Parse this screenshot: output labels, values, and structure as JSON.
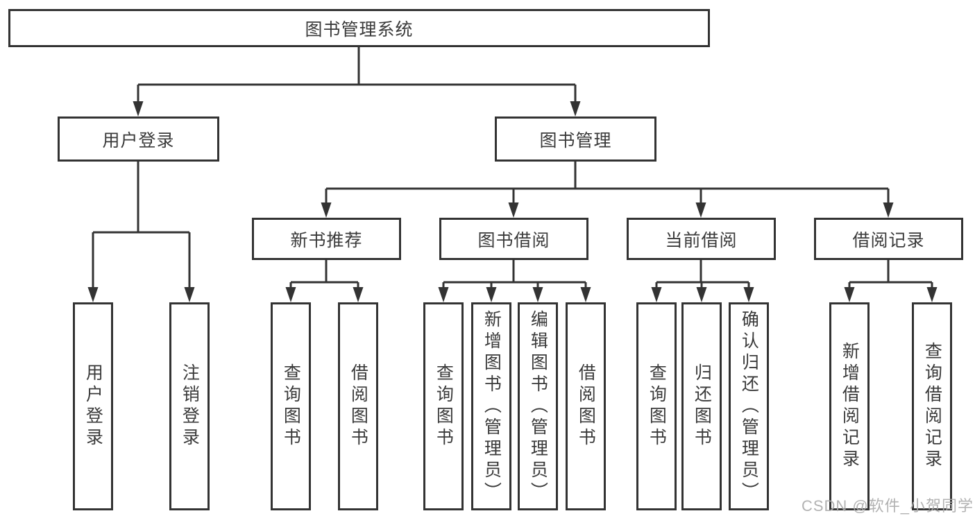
{
  "diagram": {
    "title": "图书管理系统",
    "level2": {
      "login": "用户登录",
      "mgmt": "图书管理"
    },
    "level3": {
      "rec": "新书推荐",
      "borrow": "图书借阅",
      "current": "当前借阅",
      "records": "借阅记录"
    },
    "leaves": {
      "login": [
        "用户登录",
        "注销登录"
      ],
      "rec": [
        "查询图书",
        "借阅图书"
      ],
      "borrow": [
        "查询图书",
        "新增图书（管理员）",
        "编辑图书（管理员）",
        "借阅图书"
      ],
      "current": [
        "查询图书",
        "归还图书",
        "确认归还（管理员）"
      ],
      "records": [
        "新增借阅记录",
        "查询借阅记录"
      ]
    },
    "colors": {
      "line": "#333333",
      "text": "#3a3a3a",
      "watermark": "#ababab",
      "background": "#ffffff"
    }
  },
  "watermark": "CSDN @软件_小贺同学"
}
